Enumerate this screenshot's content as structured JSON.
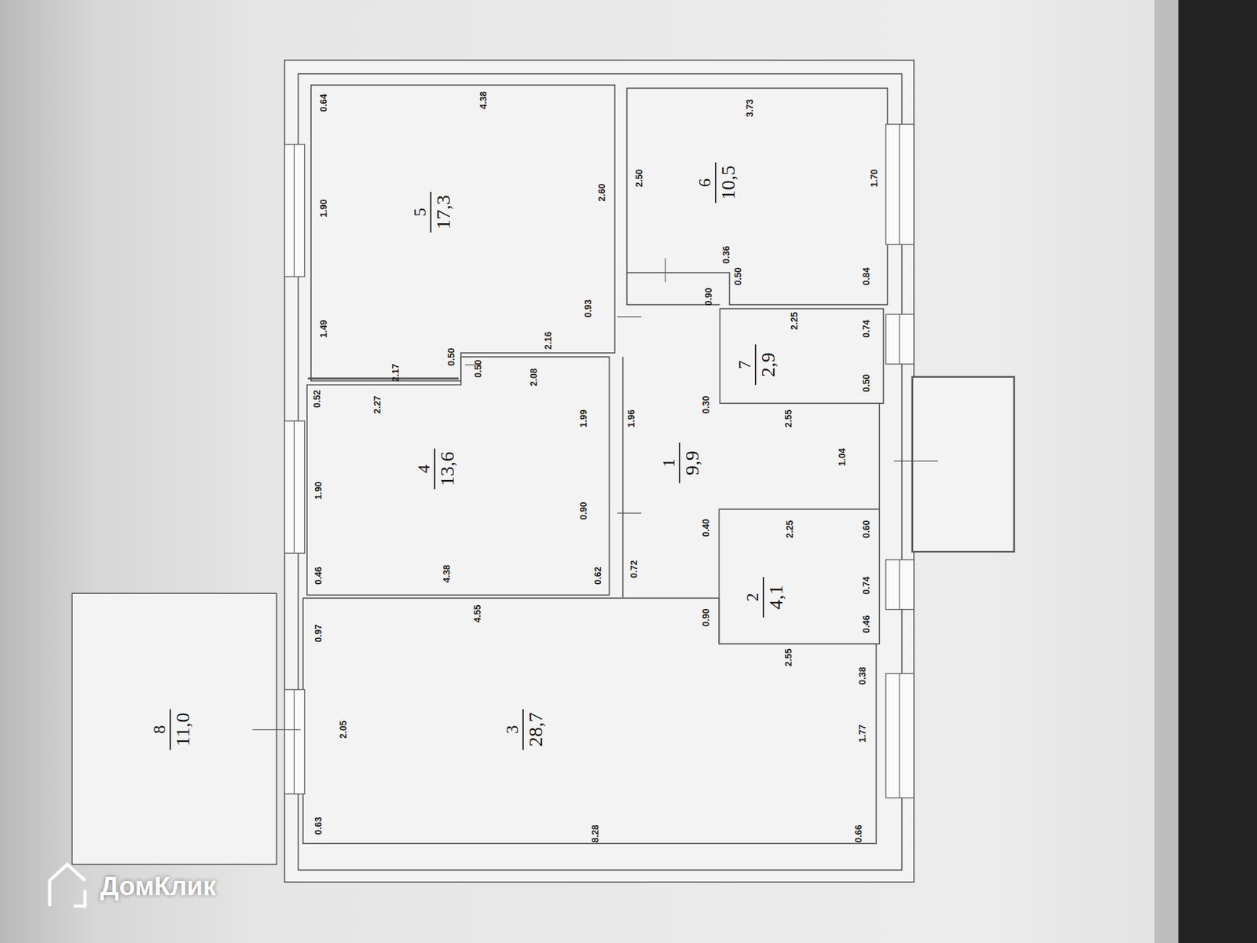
{
  "diagram": {
    "nodes": [
      {
        "text": [
          "1",
          "9,9"
        ]
      },
      {
        "text": [
          "2",
          "4,1"
        ]
      },
      {
        "text": [
          "3",
          "28,7"
        ]
      },
      {
        "text": [
          "4",
          "13,6"
        ]
      },
      {
        "text": [
          "5",
          "17,3"
        ]
      },
      {
        "text": [
          "6",
          "10,5"
        ]
      },
      {
        "text": [
          "7",
          "2,9"
        ]
      },
      {
        "text": [
          "8",
          "11,0"
        ]
      }
    ],
    "labels": [
      "4.38",
      "0.64",
      "1.90",
      "2.60",
      "1.49",
      "0.93",
      "2.16",
      "0.50",
      "0.50",
      "2.17",
      "0.52",
      "2.27",
      "2.08",
      "1.99",
      "1.96",
      "1.90",
      "0.90",
      "0.46",
      "4.38",
      "0.62",
      "0.72",
      "4.55",
      "0.97",
      "2.05",
      "0.63",
      "8.28",
      "0.66",
      "1.77",
      "0.38",
      "2.55",
      "0.90",
      "0.46",
      "0.74",
      "0.60",
      "2.25",
      "0.40",
      "1.04",
      "2.55",
      "0.30",
      "0.50",
      "0.74",
      "0.84",
      "1.70",
      "2.25",
      "0.90",
      "0.50",
      "0.36",
      "2.50",
      "3.73",
      "ДомКлик"
    ]
  }
}
